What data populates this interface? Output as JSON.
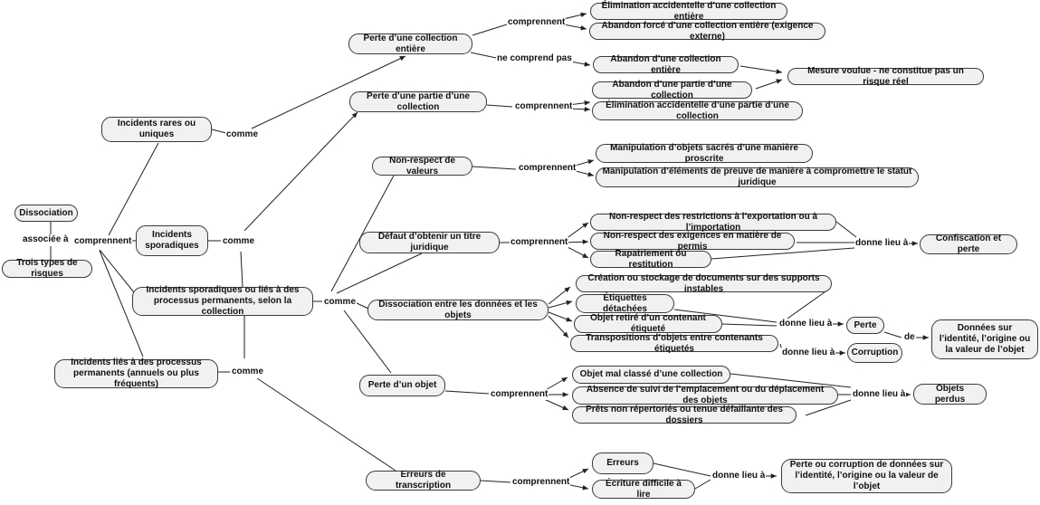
{
  "nodes": {
    "dissociation": "Dissociation",
    "trois_types": "Trois types de risques",
    "rares_uniques": "Incidents rares ou uniques",
    "sporadiques": "Incidents sporadiques",
    "sporadiques_permanents": "Incidents sporadiques ou liés à des processus permanents, selon la collection",
    "permanents": "Incidents liés à des processus permanents (annuels ou plus fréquents)",
    "perte_collection_entiere": "Perte d’une collection entière",
    "perte_partie_collection": "Perte d’une partie d’une collection",
    "non_respect_valeurs": "Non-respect de valeurs",
    "defaut_titre": "Défaut d’obtenir un titre juridique",
    "dissociation_donnees": "Dissociation entre les données et les objets",
    "perte_objet": "Perte d’un objet",
    "erreurs_transcription": "Erreurs de transcription",
    "elimination_entiere": "Élimination accidentelle d’une collection entière",
    "abandon_force": "Abandon forcé d’une collection entière (exigence externe)",
    "abandon_entiere": "Abandon d’une collection entière",
    "mesure_voulue": "Mesure voulue - ne constitue pas un risque réel",
    "abandon_partie": "Abandon d’une partie d’une collection",
    "elimination_partie": "Élimination accidentelle d’une partie d’une collection",
    "manip_sacres": "Manipulation d’objets sacrés d’une manière proscrite",
    "manip_preuve": "Manipulation d’éléments de preuve de manière à compromettre le statut juridique",
    "restrictions_export": "Non-respect des restrictions à l’exportation ou à l’importation",
    "exigences_permis": "Non-respect des exigences en matière de permis",
    "rapatriement": "Rapatriement ou restitution",
    "confiscation": "Confiscation et perte",
    "creation_stockage": "Création ou stockage de documents sur des supports instables",
    "etiquettes_detachees": "Étiquettes détachées",
    "objet_retire": "Objet retiré d’un contenant étiqueté",
    "transpositions": "Transpositions d’objets entre contenants étiquetés",
    "perte": "Perte",
    "corruption": "Corruption",
    "donnees_identite": "Données sur l’identité, l’origine ou la valeur de l’objet",
    "objet_mal_classe": "Objet mal classé d’une collection",
    "absence_suivi": "Absence de suivi de l’emplacement ou du déplacement des objets",
    "prets_non_repertories": "Prêts non répertoriés ou tenue défaillante des dossiers",
    "objets_perdus": "Objets perdus",
    "erreurs": "Erreurs",
    "ecriture_difficile": "Écriture difficile à lire",
    "perte_corruption_donnees": "Perte ou corruption de données sur l’identité, l’origine ou la valeur de l’objet"
  },
  "links": {
    "associee_a": "associée à",
    "comprennent": "comprennent",
    "comme": "comme",
    "ne_comprend_pas": "ne comprend pas",
    "donne_lieu_a": "donne lieu à",
    "de": "de"
  },
  "colors": {
    "node_fill": "#f1f1f1",
    "node_border": "#3a3a3a",
    "line": "#222222"
  }
}
